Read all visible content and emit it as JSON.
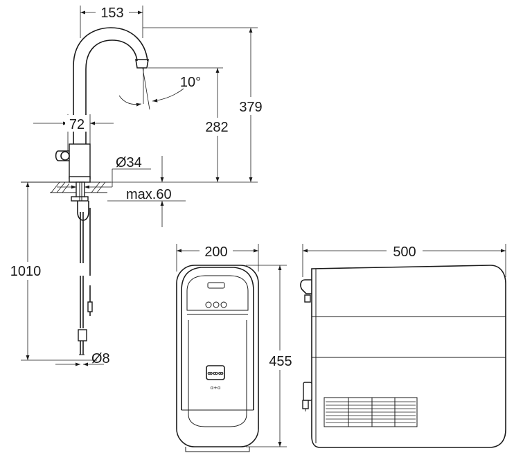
{
  "dimensions": {
    "spout_reach": "153",
    "tilt_angle": "10°",
    "total_height": "379",
    "spout_height": "282",
    "base_width": "72",
    "base_diameter": "Ø34",
    "deck_thickness": "max.60",
    "hose_length": "1010",
    "hose_diameter": "Ø8",
    "unit_width": "200",
    "unit_depth": "500",
    "unit_height": "455"
  },
  "unit_panel": {
    "badge_top": "ꝏꝏꝏ",
    "badge_bottom": "ɑ+ɑ"
  }
}
